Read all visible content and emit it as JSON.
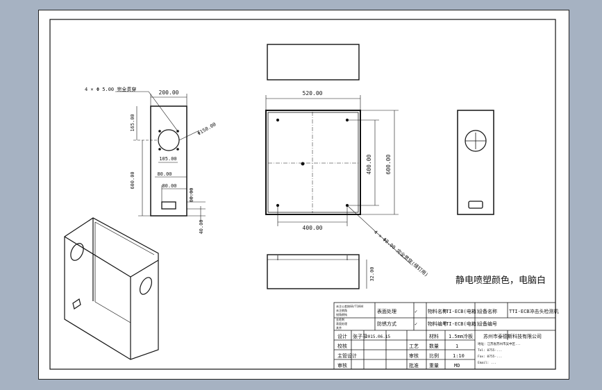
{
  "dims": {
    "front_width": "520.00",
    "front_hole_v": "400.00",
    "front_height": "600.00",
    "front_hole_h": "400.00",
    "side_width": "200.00",
    "fan_offset": "165.00",
    "side_height": "600.00",
    "fan_dia": "Φ150.00",
    "fan_holes": "105.00",
    "slot_offset": "80.00",
    "slot_width": "80.00",
    "slot_height": "60.00",
    "slot_bottom": "40.00",
    "depth": "32.00"
  },
  "notes": {
    "side_holes": "4 × Φ 5.00 完全贯穿",
    "front_holes": "4 × Φ8.00 完全贯穿(缝钉用)",
    "finish": "静电喷塑颜色，电脑白"
  },
  "title_block": {
    "notes": [
      "未注公差按GB/T1804",
      "未注倒角",
      "锐角倒钝",
      "去毛刺",
      "表面处理",
      "其余"
    ],
    "surface_treatment": "表面处理",
    "anti_rust": "防锈方式",
    "sym1": "✓",
    "sym2": "✓",
    "material_name_label": "物料名称",
    "material_name": "TTI-ECB(电箱)",
    "material_no_label": "物料编号",
    "material_no": "TTI-ECB(电箱)",
    "equipment_label": "设备名称",
    "equipment": "TTI-ECB冲击头检测机",
    "equipment_no_label": "设备编号",
    "rows": [
      {
        "role": "设计",
        "name": "张子平",
        "date": "2015.06.15"
      },
      {
        "role": "校核"
      },
      {
        "role": "主管设计"
      },
      {
        "role": "审核"
      }
    ],
    "process_label": "工艺",
    "review_label": "审核",
    "approve_label": "批准",
    "material_label": "材料",
    "material": "1.5mm冷板",
    "qty_label": "数量",
    "qty": "1",
    "scale_label": "比例",
    "scale": "1:10",
    "unit_label": "重量",
    "unit": "MD",
    "company": "苏州市泰德斯科技有限公司",
    "address": "地址：江苏省苏州市吴中区...",
    "tel": "Tel: 0755-...",
    "fax": "Fax: 0755-...",
    "email": "Email: ..."
  }
}
